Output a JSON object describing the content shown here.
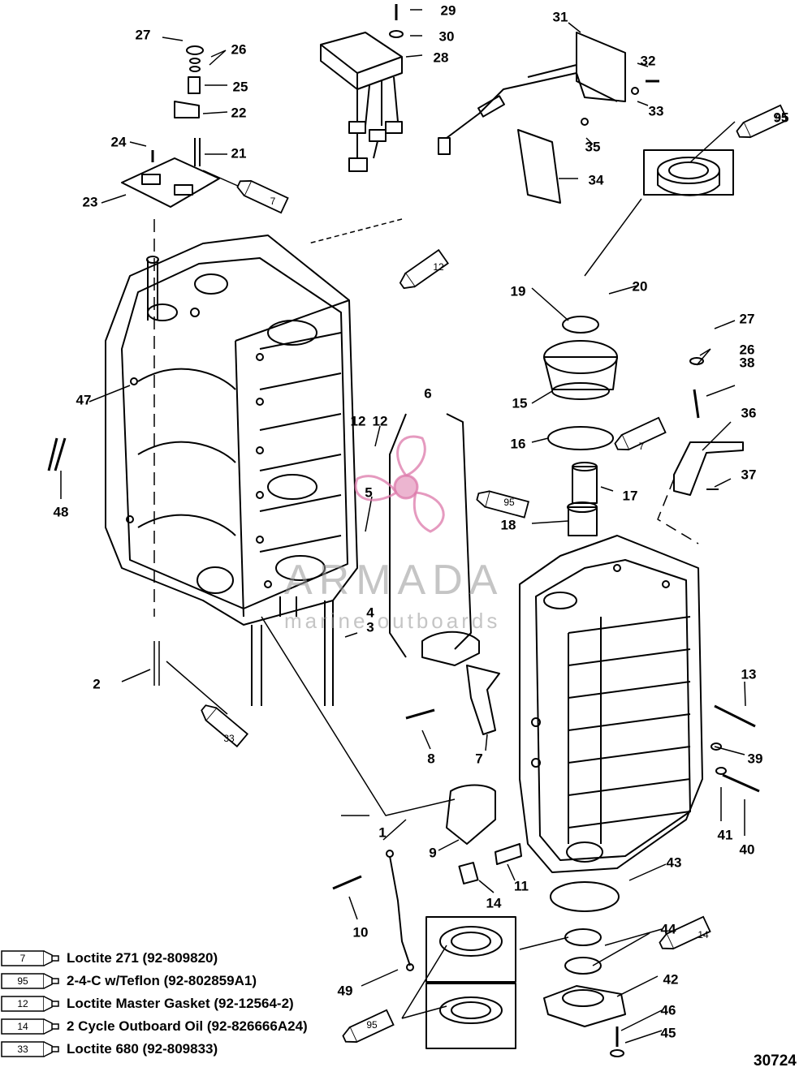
{
  "callouts": [
    "29",
    "30",
    "31",
    "28",
    "27",
    "26",
    "25",
    "32",
    "22",
    "33",
    "35",
    "24",
    "21",
    "95",
    "34",
    "23",
    "12",
    "19",
    "20",
    "27",
    "26",
    "47",
    "15",
    "38",
    "12",
    "6",
    "36",
    "16",
    "17",
    "37",
    "5",
    "48",
    "18",
    "13",
    "4",
    "3",
    "2",
    "8",
    "7",
    "39",
    "41",
    "40",
    "1",
    "9",
    "11",
    "43",
    "14",
    "10",
    "44",
    "42",
    "49",
    "46",
    "45"
  ],
  "tube_labels": [
    "95",
    "7",
    "12",
    "7",
    "95",
    "33",
    "14",
    "95"
  ],
  "watermark": {
    "title": "ARMADA",
    "subtitle": "marine outboards"
  },
  "legend": [
    {
      "code": "7",
      "text": "Loctite 271 (92-809820)"
    },
    {
      "code": "95",
      "text": "2-4-C w/Teflon (92-802859A1)"
    },
    {
      "code": "12",
      "text": "Loctite Master Gasket (92-12564-2)"
    },
    {
      "code": "14",
      "text": "2 Cycle Outboard Oil (92-826666A24)"
    },
    {
      "code": "33",
      "text": "Loctite 680 (92-809833)"
    }
  ],
  "figure_id": "30724"
}
